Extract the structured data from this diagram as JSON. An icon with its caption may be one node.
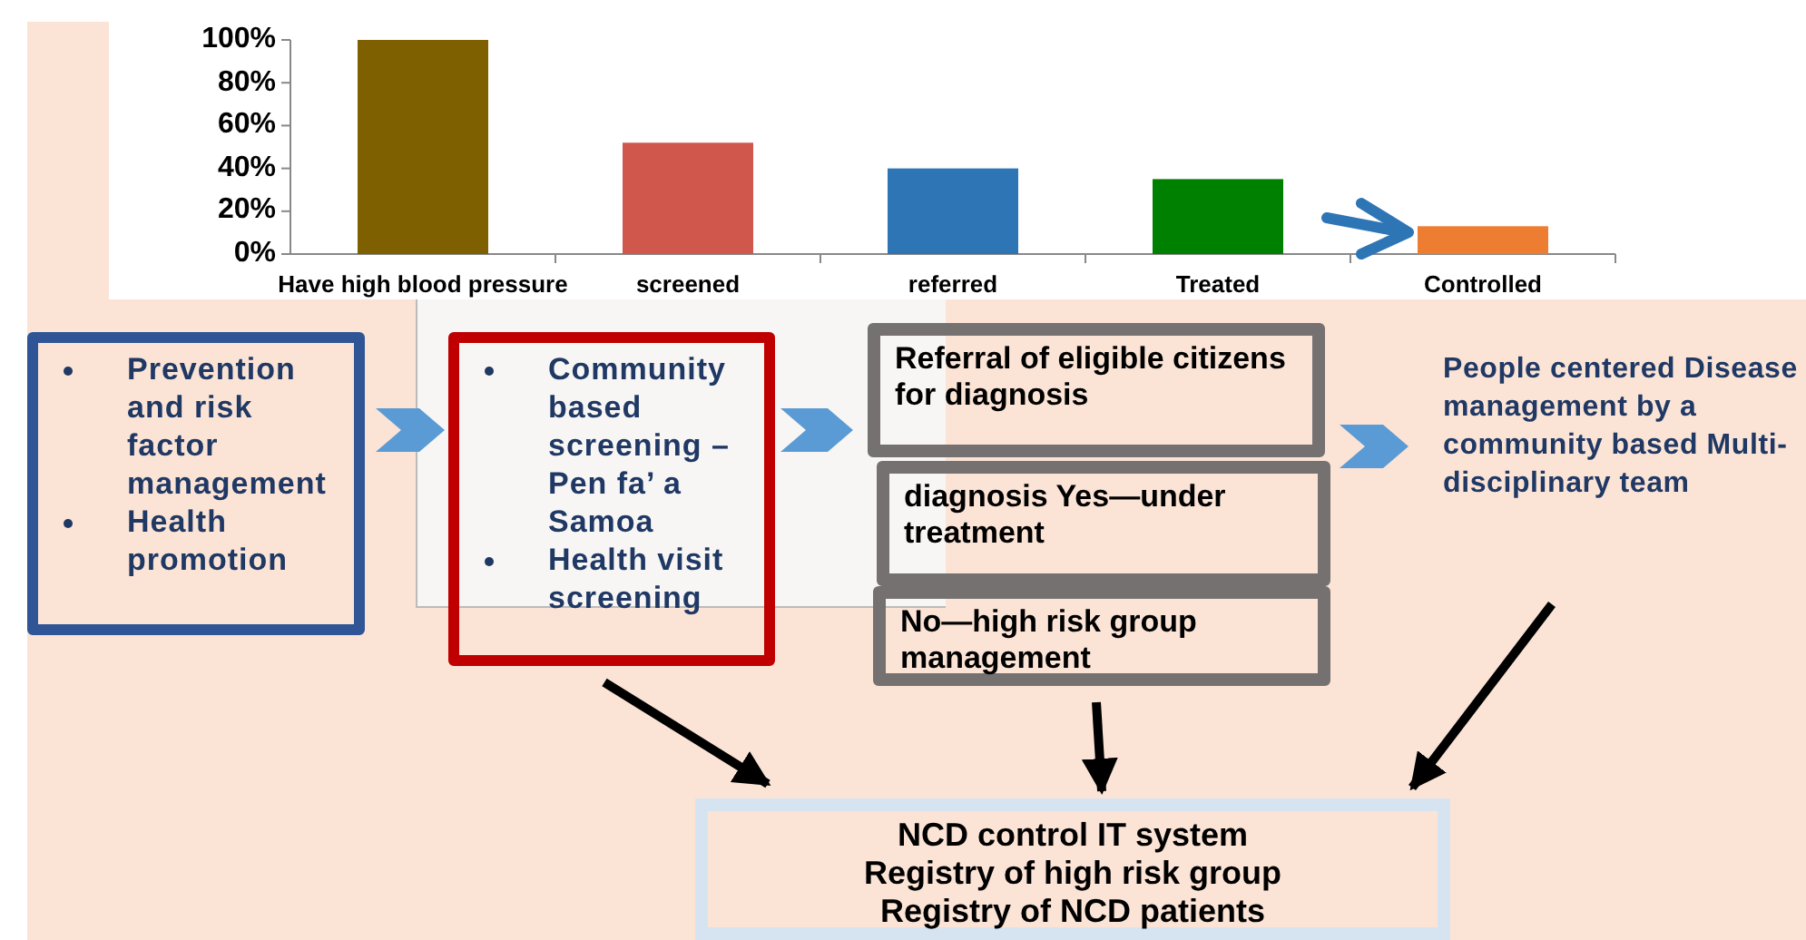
{
  "diagram": {
    "nodes": [
      {
        "text": [
          "Prevention and risk factor management",
          "Health promotion"
        ]
      },
      {
        "text": [
          "Community based screening –Pen fa’ a Samoa",
          "Health visit screening"
        ]
      },
      {
        "text": [
          "Referral of eligible citizens for diagnosis"
        ]
      },
      {
        "text": [
          "diagnosis Yes—under treatment"
        ]
      },
      {
        "text": [
          "No—high risk group management"
        ]
      },
      {
        "text": [
          "People centered Disease management by a community based Multi-disciplinary team"
        ]
      },
      {
        "text": [
          "NCD control IT system",
          "Registry of high risk group",
          "Registry of NCD patients"
        ]
      }
    ],
    "edges": [
      {
        "from": 0,
        "to": 1,
        "arrow": "to",
        "color": "#5b9bd5"
      },
      {
        "from": 1,
        "to": 2,
        "arrow": "to",
        "color": "#5b9bd5"
      },
      {
        "from": 2,
        "to": 5,
        "arrow": "to",
        "color": "#5b9bd5"
      },
      {
        "from": 1,
        "to": 6,
        "arrow": "to"
      },
      {
        "from": 4,
        "to": 6,
        "arrow": "to"
      },
      {
        "from": 5,
        "to": 6,
        "arrow": "to"
      }
    ],
    "chart_data": {
      "type": "bar",
      "categories": [
        "Have high blood pressure",
        "screened",
        "referred",
        "Treated",
        "Controlled"
      ],
      "values": [
        100,
        52,
        40,
        35,
        13
      ],
      "ylim": [
        0,
        100
      ],
      "yticks": [
        {
          "value": 0,
          "label": "0%"
        },
        {
          "value": 20,
          "label": "20%"
        },
        {
          "value": 40,
          "label": "40%"
        },
        {
          "value": 60,
          "label": "60%"
        },
        {
          "value": 80,
          "label": "80%"
        },
        {
          "value": 100,
          "label": "100%"
        }
      ]
    }
  }
}
